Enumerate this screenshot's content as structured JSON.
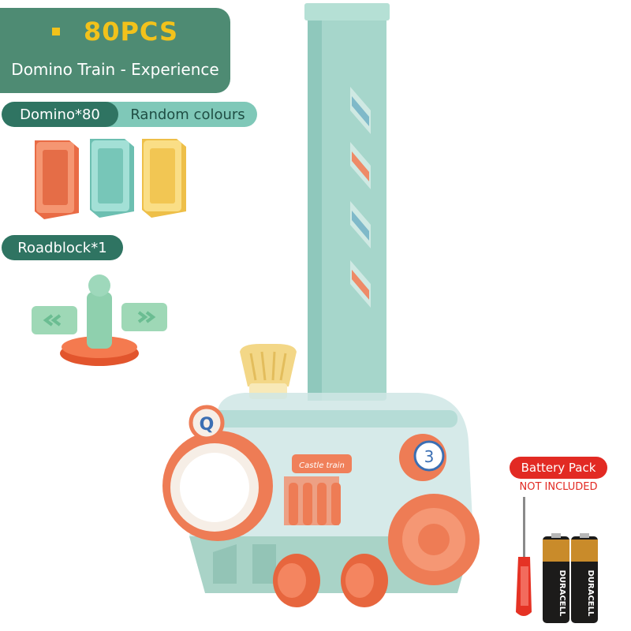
{
  "header": {
    "count_label": "80PCS",
    "subtitle": "Domino Train - Experience"
  },
  "dominoes": {
    "label": "Domino*80",
    "note": "Random colours",
    "colors": [
      "#f1835c",
      "#8fd5cb",
      "#f6d06b"
    ]
  },
  "roadblock": {
    "label": "Roadblock*1"
  },
  "train": {
    "badge_letter": "Q",
    "plate_text": "Castle train",
    "wheel_number": "3"
  },
  "battery": {
    "label": "Battery Pack",
    "note": "NOT INCLUDED",
    "brand": "DURACELL"
  },
  "colors": {
    "brand_green": "#4e8b73",
    "accent_yellow": "#f2c21b",
    "mint": "#a6d6cb",
    "orange": "#ee7c55",
    "warning_red": "#e22a23"
  }
}
